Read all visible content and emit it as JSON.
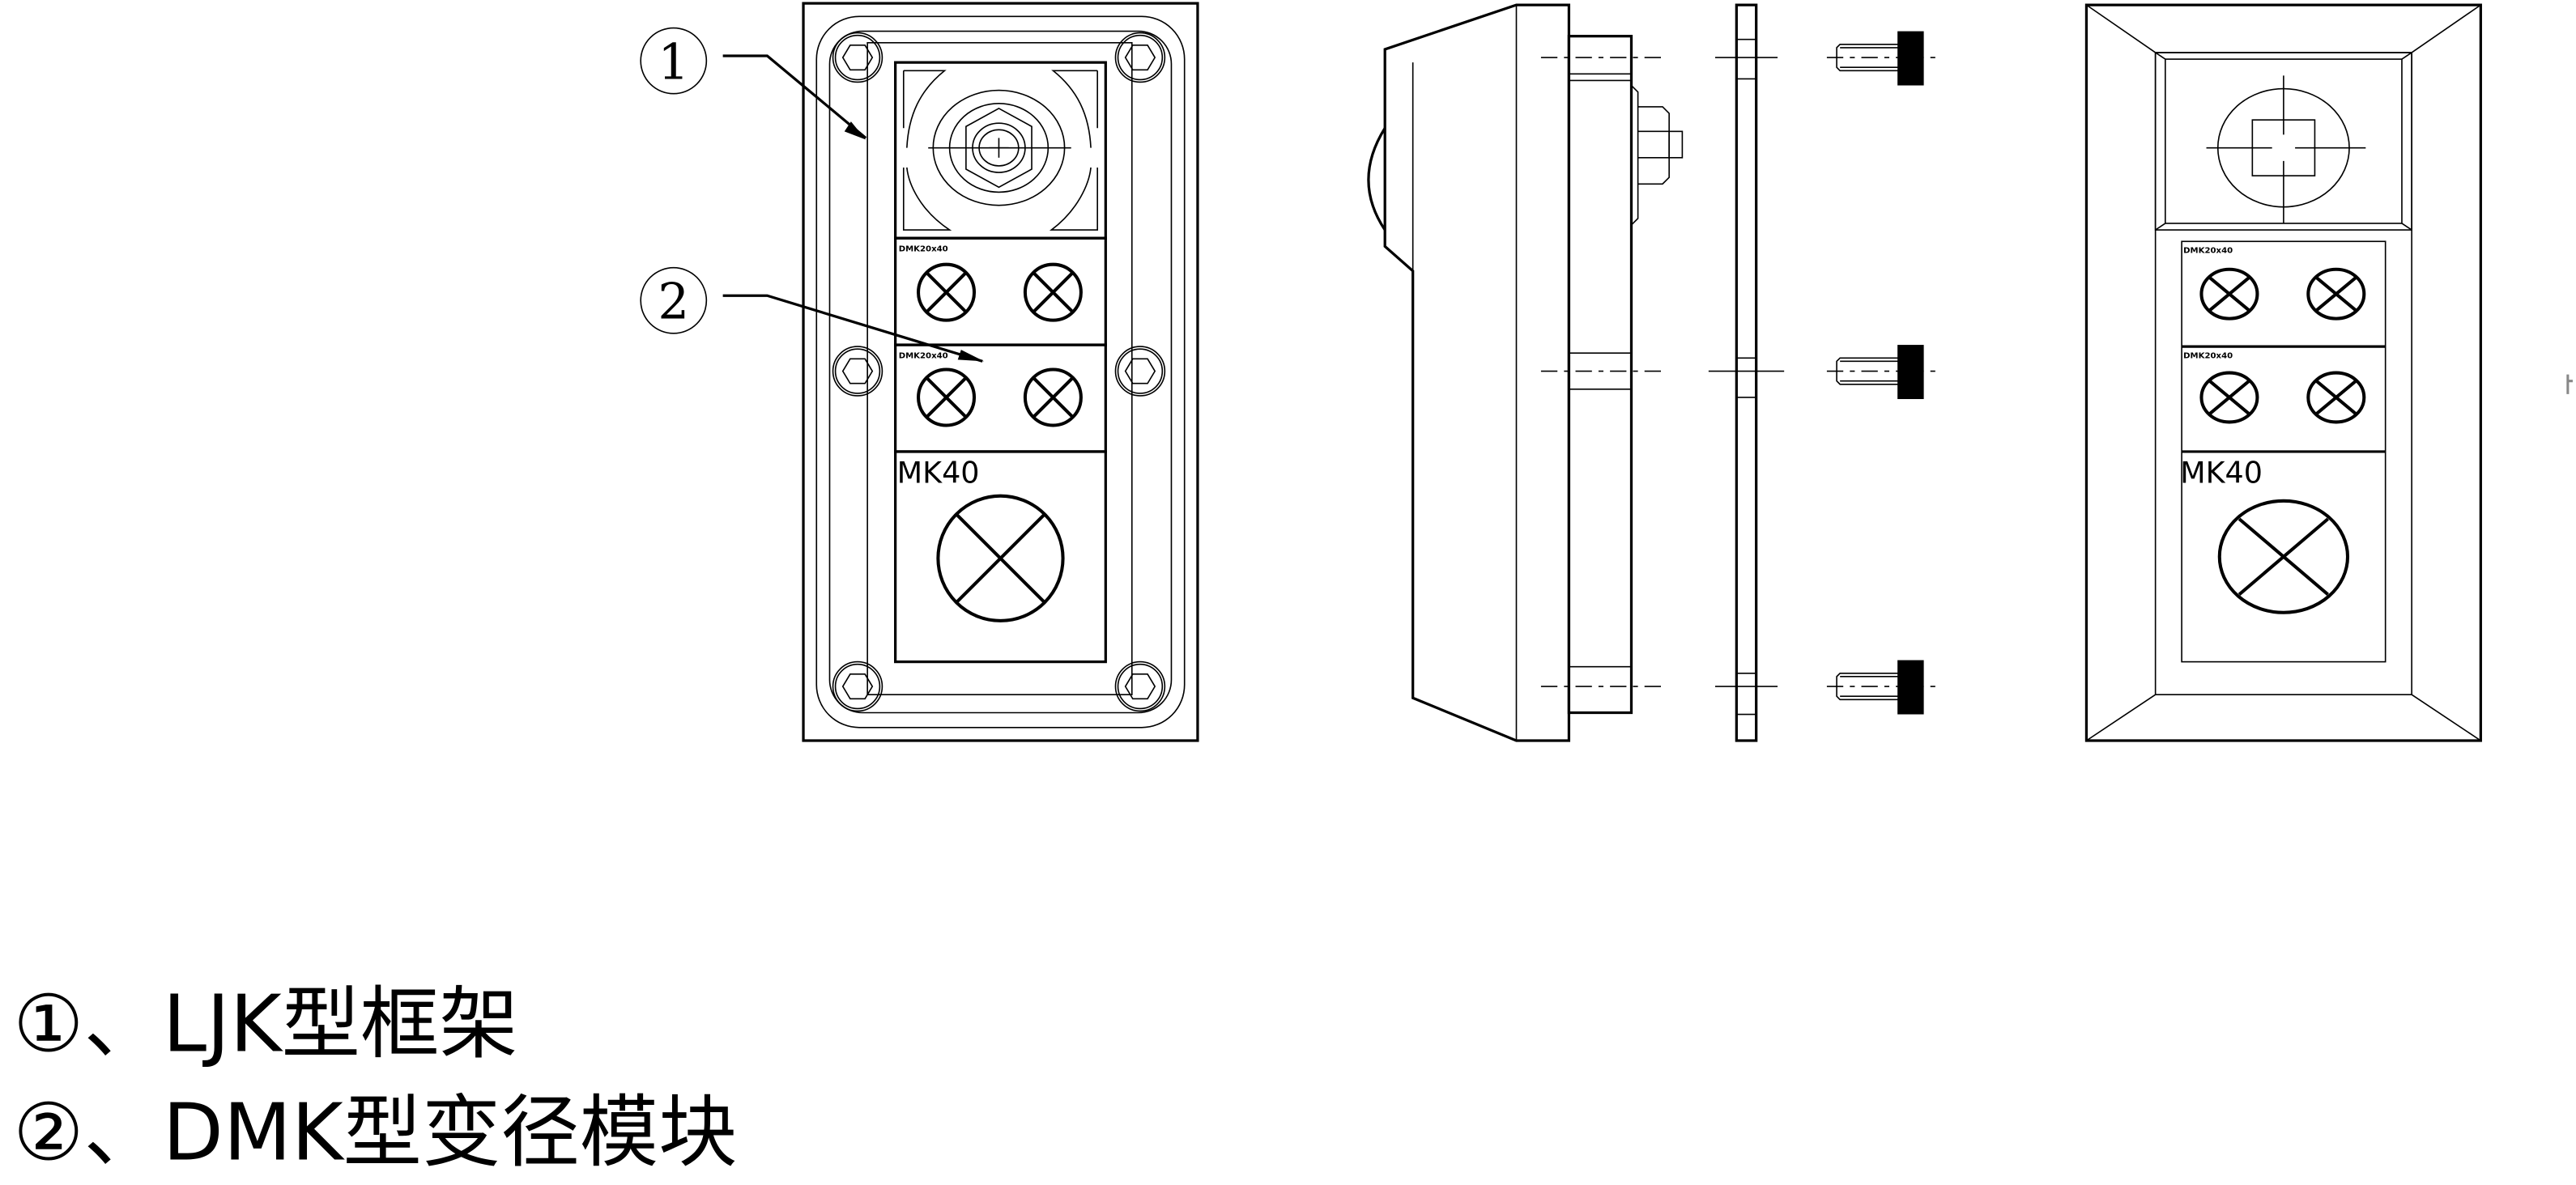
{
  "drawing": {
    "front_view": {
      "modules": [
        {
          "label": "DMK20x40"
        },
        {
          "label": "DMK20x40"
        }
      ],
      "large_module_label": "MK40"
    },
    "side_view": {},
    "rear_view": {
      "modules": [
        {
          "label": "DMK20x40"
        },
        {
          "label": "DMK20x40"
        }
      ],
      "large_module_label": "MK40"
    },
    "callouts": [
      {
        "number": "1"
      },
      {
        "number": "2"
      }
    ]
  },
  "legend": [
    {
      "text": "①、LJK型框架"
    },
    {
      "text": "②、DMK型变径模块"
    }
  ]
}
